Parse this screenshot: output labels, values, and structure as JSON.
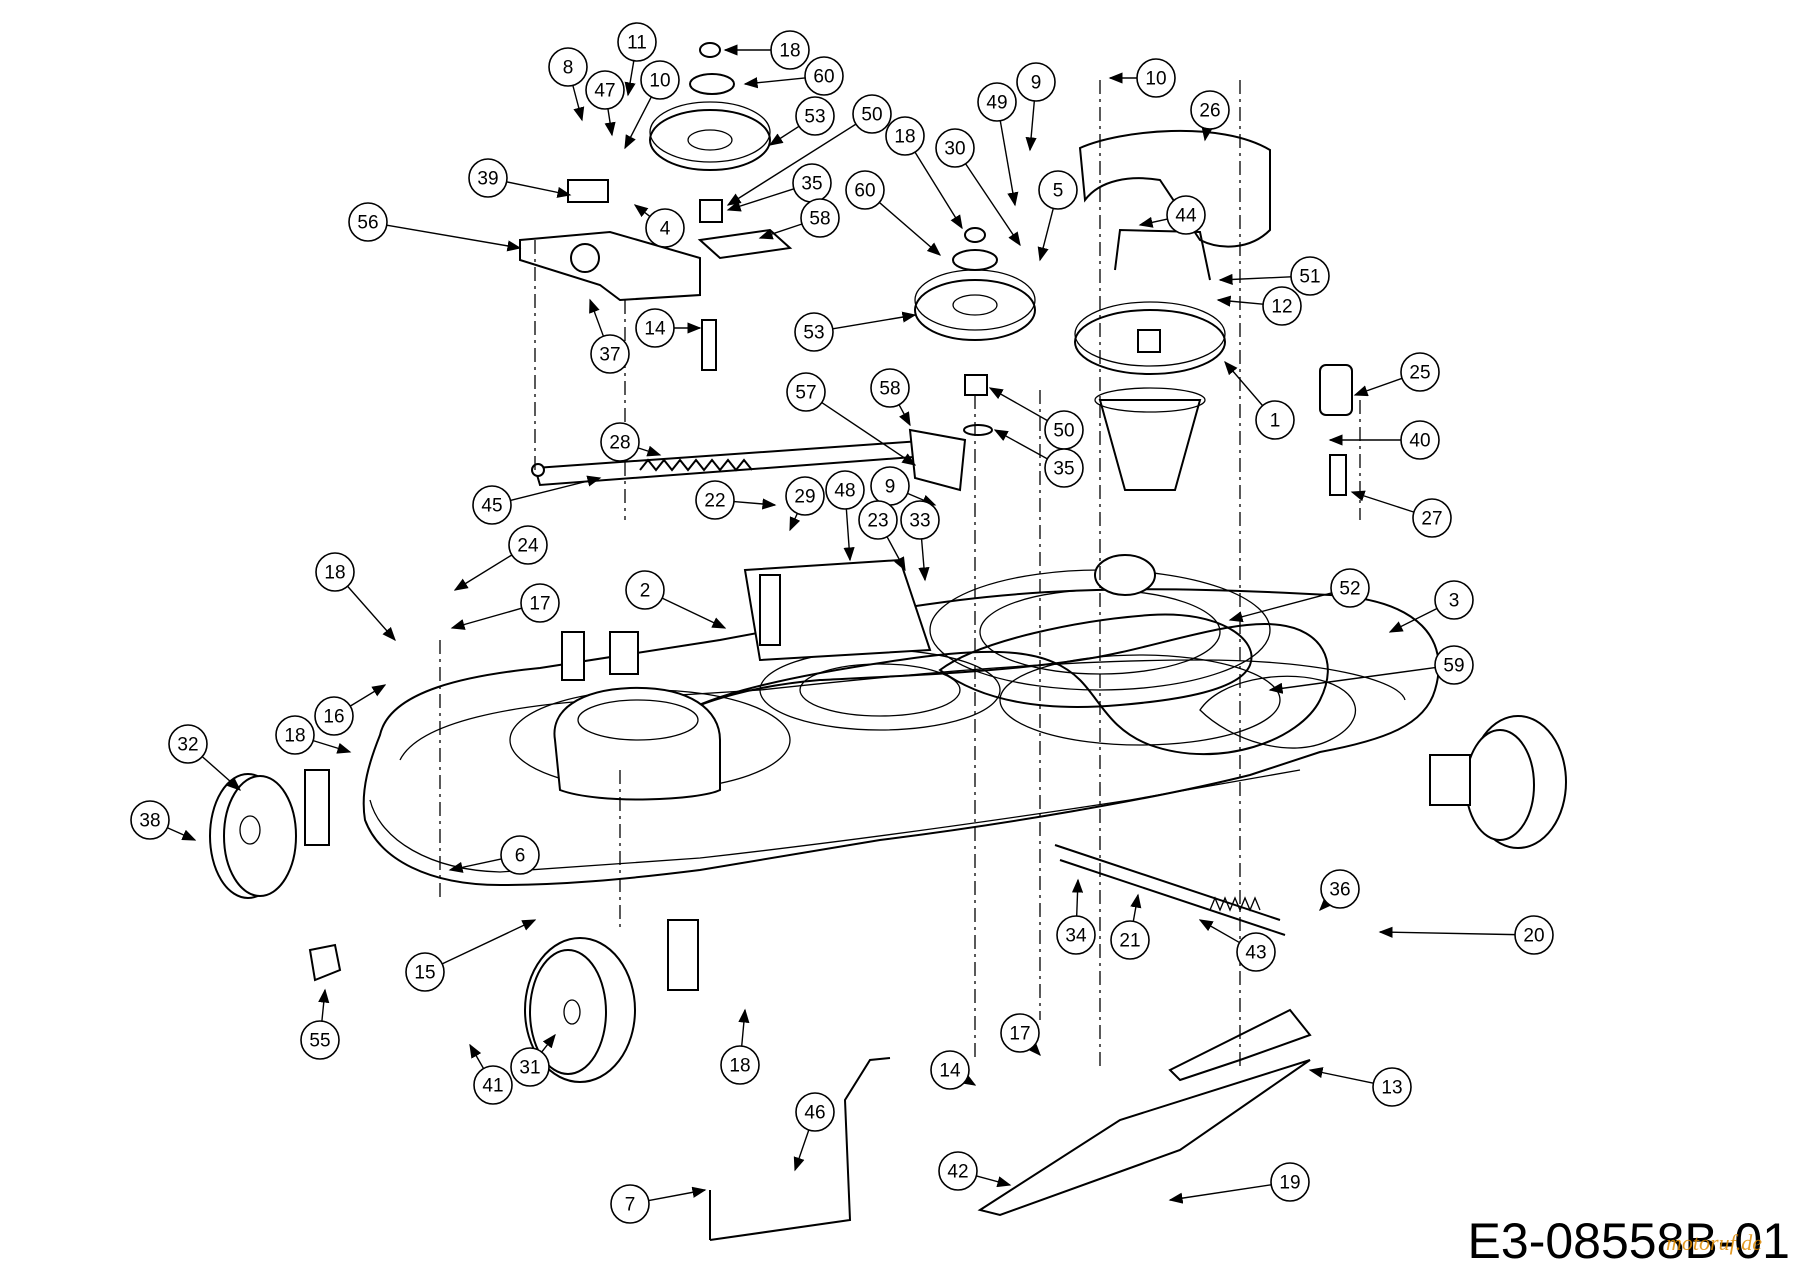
{
  "diagram_code": "E3-08558B-01",
  "watermark": "motoruf.de",
  "callouts": [
    {
      "id": "c8",
      "label": "8"
    },
    {
      "id": "c11",
      "label": "11"
    },
    {
      "id": "c47",
      "label": "47"
    },
    {
      "id": "c10a",
      "label": "10"
    },
    {
      "id": "c18a",
      "label": "18"
    },
    {
      "id": "c60a",
      "label": "60"
    },
    {
      "id": "c53a",
      "label": "53"
    },
    {
      "id": "c50a",
      "label": "50"
    },
    {
      "id": "c39",
      "label": "39"
    },
    {
      "id": "c35a",
      "label": "35"
    },
    {
      "id": "c58a",
      "label": "58"
    },
    {
      "id": "c4",
      "label": "4"
    },
    {
      "id": "c56",
      "label": "56"
    },
    {
      "id": "c37",
      "label": "37"
    },
    {
      "id": "c14a",
      "label": "14"
    },
    {
      "id": "c18b",
      "label": "18"
    },
    {
      "id": "c30",
      "label": "30"
    },
    {
      "id": "c49",
      "label": "49"
    },
    {
      "id": "c9a",
      "label": "9"
    },
    {
      "id": "c60b",
      "label": "60"
    },
    {
      "id": "c5",
      "label": "5"
    },
    {
      "id": "c53b",
      "label": "53"
    },
    {
      "id": "c10b",
      "label": "10"
    },
    {
      "id": "c26",
      "label": "26"
    },
    {
      "id": "c44",
      "label": "44"
    },
    {
      "id": "c51",
      "label": "51"
    },
    {
      "id": "c12",
      "label": "12"
    },
    {
      "id": "c1",
      "label": "1"
    },
    {
      "id": "c25",
      "label": "25"
    },
    {
      "id": "c40",
      "label": "40"
    },
    {
      "id": "c27",
      "label": "27"
    },
    {
      "id": "c50b",
      "label": "50"
    },
    {
      "id": "c35b",
      "label": "35"
    },
    {
      "id": "c57",
      "label": "57"
    },
    {
      "id": "c58b",
      "label": "58"
    },
    {
      "id": "c28",
      "label": "28"
    },
    {
      "id": "c45",
      "label": "45"
    },
    {
      "id": "c9b",
      "label": "9"
    },
    {
      "id": "c22",
      "label": "22"
    },
    {
      "id": "c29",
      "label": "29"
    },
    {
      "id": "c48",
      "label": "48"
    },
    {
      "id": "c23",
      "label": "23"
    },
    {
      "id": "c33",
      "label": "33"
    },
    {
      "id": "c24",
      "label": "24"
    },
    {
      "id": "c18c",
      "label": "18"
    },
    {
      "id": "c17a",
      "label": "17"
    },
    {
      "id": "c2",
      "label": "2"
    },
    {
      "id": "c52",
      "label": "52"
    },
    {
      "id": "c3",
      "label": "3"
    },
    {
      "id": "c59",
      "label": "59"
    },
    {
      "id": "c16",
      "label": "16"
    },
    {
      "id": "c32",
      "label": "32"
    },
    {
      "id": "c18d",
      "label": "18"
    },
    {
      "id": "c38",
      "label": "38"
    },
    {
      "id": "c6",
      "label": "6"
    },
    {
      "id": "c15",
      "label": "15"
    },
    {
      "id": "c55",
      "label": "55"
    },
    {
      "id": "c34",
      "label": "34"
    },
    {
      "id": "c21",
      "label": "21"
    },
    {
      "id": "c43",
      "label": "43"
    },
    {
      "id": "c36",
      "label": "36"
    },
    {
      "id": "c20",
      "label": "20"
    },
    {
      "id": "c41",
      "label": "41"
    },
    {
      "id": "c31",
      "label": "31"
    },
    {
      "id": "c18e",
      "label": "18"
    },
    {
      "id": "c14b",
      "label": "14"
    },
    {
      "id": "c17b",
      "label": "17"
    },
    {
      "id": "c13",
      "label": "13"
    },
    {
      "id": "c46",
      "label": "46"
    },
    {
      "id": "c42",
      "label": "42"
    },
    {
      "id": "c7",
      "label": "7"
    },
    {
      "id": "c19",
      "label": "19"
    }
  ]
}
